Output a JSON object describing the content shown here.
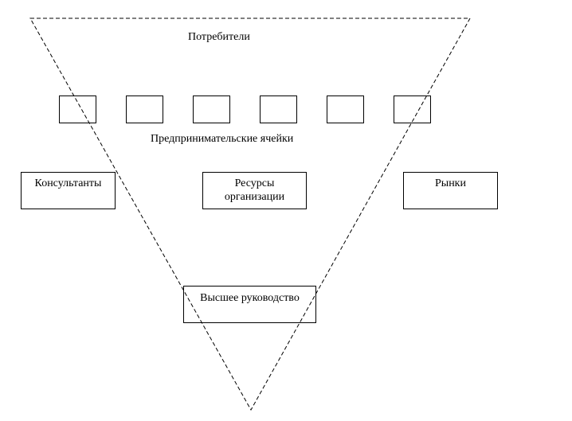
{
  "diagram": {
    "top_label": "Потребители",
    "cells_label": "Предпринимательские ячейки",
    "cells_count": 6,
    "left_box": "Консультанты",
    "center_box_line1": "Ресурсы",
    "center_box_line2": "организации",
    "right_box": "Рынки",
    "bottom_box": "Высшее руководство"
  }
}
